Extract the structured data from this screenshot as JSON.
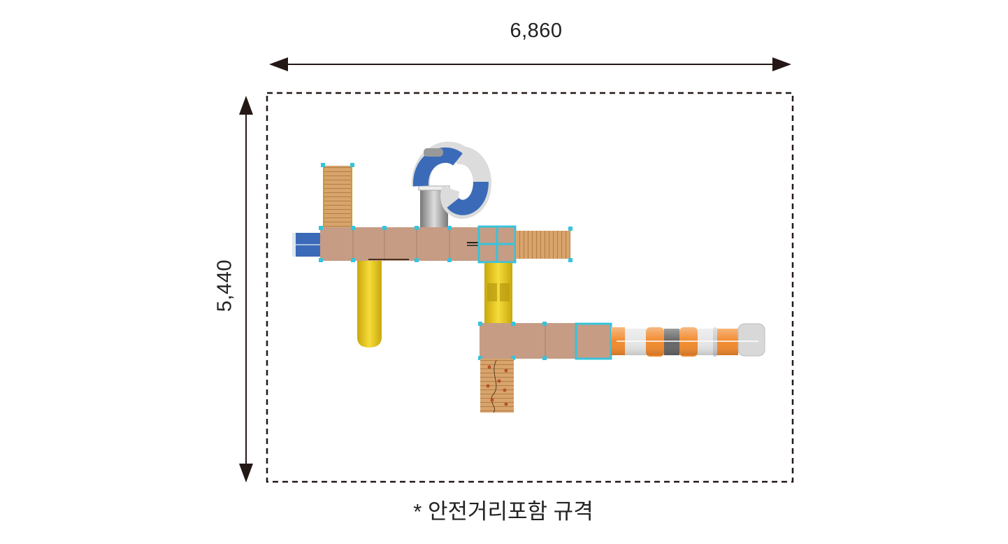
{
  "dimensions": {
    "width": "6,860",
    "height": "5,440"
  },
  "caption": "* 안전거리포함 규격",
  "colors": {
    "deck": "#c69c84",
    "wood": "#d8a46c",
    "blue": "#3b6bb8",
    "yellow": "#f0d21e",
    "cyan": "#36c3dc",
    "orange": "#f28a2e",
    "grey": "#9a9a9a"
  }
}
